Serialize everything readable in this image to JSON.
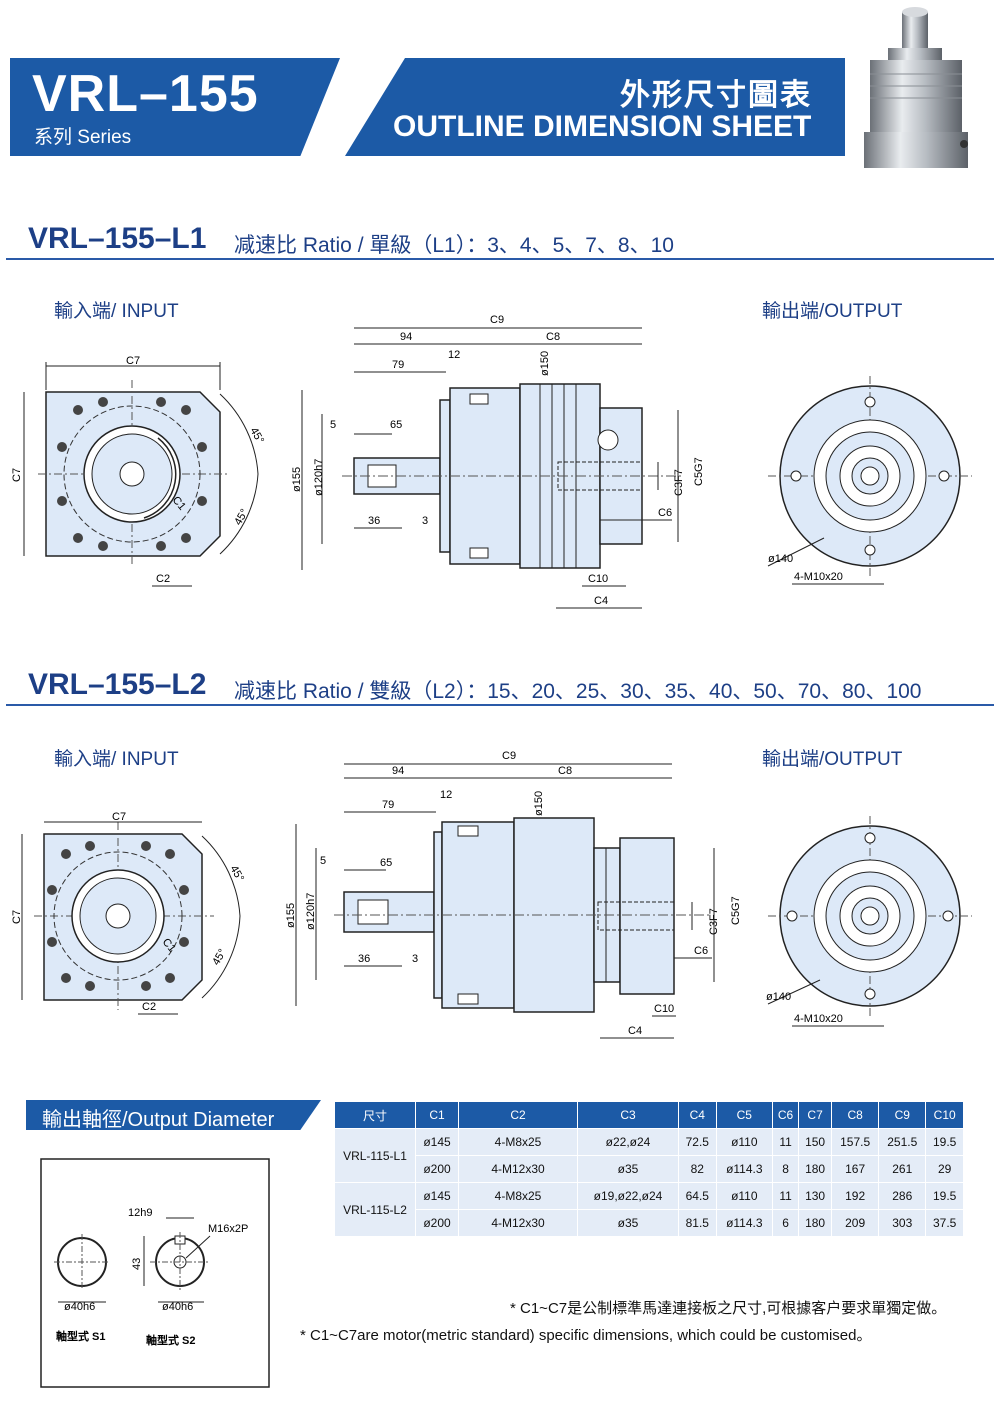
{
  "header": {
    "model": "VRL–155",
    "series": "系列 Series",
    "title_cn": "外形尺寸圖表",
    "title_en": "OUTLINE DIMENSION SHEET"
  },
  "section_l1": {
    "model": "VRL–155–L1",
    "ratio": "减速比 Ratio / 單級（L1）：3、4、5、7、8、10"
  },
  "section_l2": {
    "model": "VRL–155–L2",
    "ratio": "减速比 Ratio / 雙級（L2）：15、20、25、30、35、40、50、70、80、100"
  },
  "labels": {
    "input": "輸入端/ INPUT",
    "output": "輸出端/OUTPUT"
  },
  "dims": {
    "c1": "C1",
    "c2": "C2",
    "c3": "C3F7",
    "c4": "C4",
    "c5": "C5G7",
    "c6": "C6",
    "c7": "C7",
    "c8": "C8",
    "c9": "C9",
    "c10": "C10",
    "a45": "45°",
    "d94": "94",
    "d79": "79",
    "d12": "12",
    "d150": "ø150",
    "d5": "5",
    "d65": "65",
    "d36": "36",
    "d3": "3",
    "d155": "ø155",
    "d120": "ø120h7",
    "d140": "ø140",
    "bolts": "4-M10x20"
  },
  "output_diameter": {
    "title": "輸出軸徑/Output Diameter",
    "s1_label": "軸型式 S1",
    "s2_label": "軸型式 S2",
    "s1_dia": "ø40h6",
    "s2_dia": "ø40h6",
    "key_width": "12h9",
    "key_height": "43",
    "thread": "M16x2P"
  },
  "table": {
    "headers": [
      "尺寸",
      "C1",
      "C2",
      "C3",
      "C4",
      "C5",
      "C6",
      "C7",
      "C8",
      "C9",
      "C10"
    ],
    "groups": [
      {
        "model": "VRL-115-L1",
        "rows": [
          [
            "ø145",
            "4-M8x25",
            "ø22,ø24",
            "72.5",
            "ø110",
            "11",
            "150",
            "157.5",
            "251.5",
            "19.5"
          ],
          [
            "ø200",
            "4-M12x30",
            "ø35",
            "82",
            "ø114.3",
            "8",
            "180",
            "167",
            "261",
            "29"
          ]
        ]
      },
      {
        "model": "VRL-115-L2",
        "rows": [
          [
            "ø145",
            "4-M8x25",
            "ø19,ø22,ø24",
            "64.5",
            "ø110",
            "11",
            "130",
            "192",
            "286",
            "19.5"
          ],
          [
            "ø200",
            "4-M12x30",
            "ø35",
            "81.5",
            "ø114.3",
            "6",
            "180",
            "209",
            "303",
            "37.5"
          ]
        ]
      }
    ]
  },
  "notes": {
    "cn": "* C1~C7是公制標準馬達連接板之尺寸,可根據客户要求單獨定做。",
    "en": "* C1~C7are motor(metric standard) specific dimensions, which could be customised。"
  },
  "colors": {
    "brand_blue": "#1c5aa6",
    "part_fill": "#dde9f8",
    "table_cell": "#e4ecf7"
  }
}
